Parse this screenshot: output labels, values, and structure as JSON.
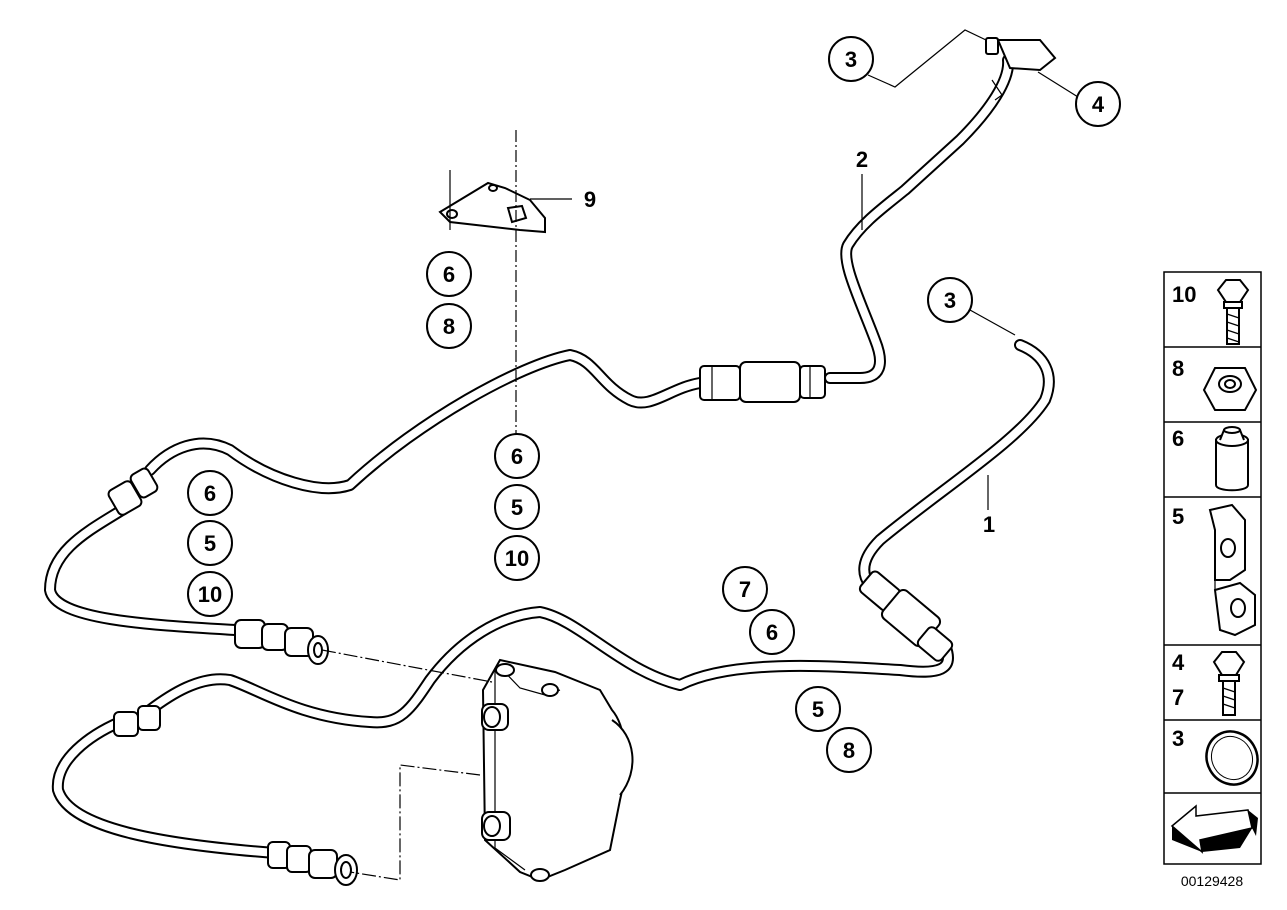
{
  "callouts": {
    "c3_top": "3",
    "c4": "4",
    "c2": "2",
    "c9": "9",
    "c6_a": "6",
    "c8_a": "8",
    "c3_mid": "3",
    "c1": "1",
    "c6_b": "6",
    "c5_b": "5",
    "c10_b": "10",
    "c6_c": "6",
    "c5_c": "5",
    "c10_c": "10",
    "c7": "7",
    "c6_d": "6",
    "c5_d": "5",
    "c8_d": "8"
  },
  "legend": {
    "items": [
      {
        "label": "10",
        "icon": "bolt-icon"
      },
      {
        "label": "8",
        "icon": "nut-icon"
      },
      {
        "label": "6",
        "icon": "sleeve-icon"
      },
      {
        "label": "5",
        "icon": "clip-icon"
      },
      {
        "label": "4",
        "label2": "7",
        "icon": "bolt-icon"
      },
      {
        "label": "3",
        "icon": "o-ring-icon"
      }
    ],
    "nav_icon": "arrow-left-icon"
  },
  "diagram_id": "00129428"
}
